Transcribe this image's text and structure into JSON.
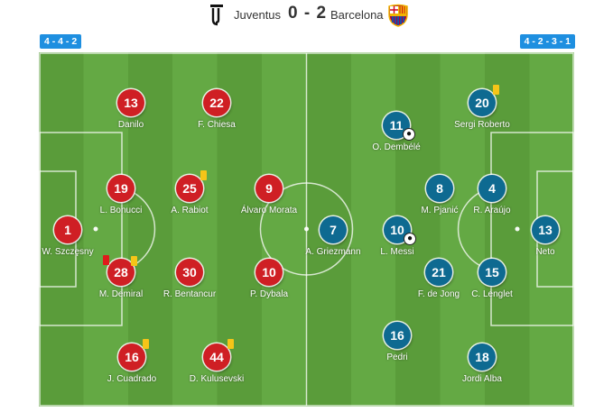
{
  "match": {
    "home_team": "Juventus",
    "away_team": "Barcelona",
    "score": "0 - 2",
    "home_formation": "4 - 4 - 2",
    "away_formation": "4 - 2 - 3 - 1",
    "home_color": "#cf1f24",
    "away_color": "#0e6a91",
    "home_crest_icon": "juventus-crest-icon",
    "away_crest_icon": "barcelona-crest-icon"
  },
  "home_players": [
    {
      "number": "1",
      "name": "W. Szczęsny"
    },
    {
      "number": "19",
      "name": "L. Bonucci"
    },
    {
      "number": "28",
      "name": "M. Demiral"
    },
    {
      "number": "13",
      "name": "Danilo"
    },
    {
      "number": "16",
      "name": "J. Cuadrado"
    },
    {
      "number": "25",
      "name": "A. Rabiot"
    },
    {
      "number": "30",
      "name": "R. Bentancur"
    },
    {
      "number": "22",
      "name": "F. Chiesa"
    },
    {
      "number": "44",
      "name": "D. Kulusevski"
    },
    {
      "number": "9",
      "name": "Álvaro Morata"
    },
    {
      "number": "10",
      "name": "P. Dybala"
    }
  ],
  "away_players": [
    {
      "number": "13",
      "name": "Neto"
    },
    {
      "number": "4",
      "name": "R. Araújo"
    },
    {
      "number": "15",
      "name": "C. Lenglet"
    },
    {
      "number": "20",
      "name": "Sergi Roberto"
    },
    {
      "number": "18",
      "name": "Jordi Alba"
    },
    {
      "number": "8",
      "name": "M. Pjanić"
    },
    {
      "number": "21",
      "name": "F. de Jong"
    },
    {
      "number": "11",
      "name": "O. Dembélé"
    },
    {
      "number": "10",
      "name": "L. Messi"
    },
    {
      "number": "16",
      "name": "Pedri"
    },
    {
      "number": "7",
      "name": "A. Griezmann"
    }
  ]
}
